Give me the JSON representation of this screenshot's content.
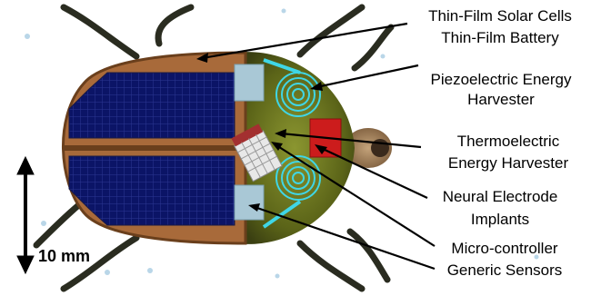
{
  "labels": {
    "solar": "Thin-Film Solar Cells",
    "battery": "Thin-Film Battery",
    "piezo_1": "Piezoelectric Energy",
    "piezo_2": "Harvester",
    "thermo_1": "Thermoelectric",
    "thermo_2": "Energy Harvester",
    "neural_1": "Neural Electrode",
    "neural_2": "Implants",
    "micro": "Micro-controller",
    "sensors": "Generic Sensors"
  },
  "scale_bar": {
    "label": "10 mm"
  },
  "colors": {
    "background": "#ffffff",
    "shell": "#a86a3a",
    "solar_panel": "#0b1466",
    "grid": "#3a44a0",
    "thorax": "#6e7a22",
    "piezo": "#3fd6e6",
    "thermo_block": "#cc1c1c",
    "battery_block": "#a9c8d6"
  }
}
